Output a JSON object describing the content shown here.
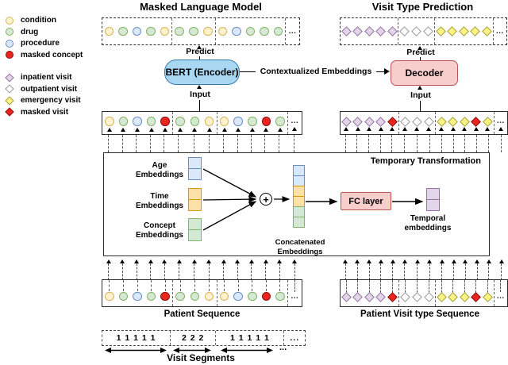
{
  "titles": {
    "left": "Masked Language Model",
    "right": "Visit Type Prediction"
  },
  "labels": {
    "predict": "Predict",
    "input": "Input",
    "bert": "BERT (Encoder)",
    "decoder": "Decoder",
    "contextualized": "Contextualized Embeddings",
    "temporary_transformation": "Temporary Transformation",
    "age": "Age\nEmbeddings",
    "time": "Time\nEmbeddings",
    "concept": "Concept\nEmbeddings",
    "concatenated": "Concatenated\nEmbeddings",
    "fc": "FC layer",
    "temporal": "Temporal\nembeddings",
    "plus": "+",
    "patient_sequence": "Patient Sequence",
    "patient_visit_sequence": "Patient Visit type Sequence",
    "ellipsis": "..."
  },
  "legend": {
    "concepts": [
      {
        "label": "condition",
        "shape": "circle",
        "fill": "#FFF2CC",
        "stroke": "#D6B656"
      },
      {
        "label": "drug",
        "shape": "circle",
        "fill": "#D5E8D4",
        "stroke": "#82B366"
      },
      {
        "label": "procedure",
        "shape": "circle",
        "fill": "#DAE8FC",
        "stroke": "#6C8EBF"
      },
      {
        "label": "masked concept",
        "shape": "circle",
        "fill": "#E8261F",
        "stroke": "#8F100D"
      }
    ],
    "visits": [
      {
        "label": "inpatient visit",
        "shape": "diamond",
        "fill": "#E1D5E7",
        "stroke": "#9673A6"
      },
      {
        "label": "outpatient visit",
        "shape": "diamond",
        "fill": "#FFFFFF",
        "stroke": "#999999"
      },
      {
        "label": "emergency visit",
        "shape": "diamond",
        "fill": "#FBF383",
        "stroke": "#A6A03F"
      },
      {
        "label": "masked visit",
        "shape": "diamond",
        "fill": "#E8261F",
        "stroke": "#8F100D"
      }
    ]
  },
  "palette": {
    "cond": {
      "shape": "circle",
      "fill": "#FFF2CC",
      "stroke": "#D6B656"
    },
    "drug": {
      "shape": "circle",
      "fill": "#D5E8D4",
      "stroke": "#82B366"
    },
    "proc": {
      "shape": "circle",
      "fill": "#DAE8FC",
      "stroke": "#6C8EBF"
    },
    "maskc": {
      "shape": "circle",
      "fill": "#E8261F",
      "stroke": "#8F100D"
    },
    "inpt": {
      "shape": "diamond",
      "fill": "#E1D5E7",
      "stroke": "#9673A6"
    },
    "outp": {
      "shape": "diamond",
      "fill": "#FFFFFF",
      "stroke": "#999999"
    },
    "emer": {
      "shape": "diamond",
      "fill": "#FBF383",
      "stroke": "#A6A03F"
    },
    "maskv": {
      "shape": "diamond",
      "fill": "#E8261F",
      "stroke": "#8F100D"
    },
    "dots": {
      "shape": "dots"
    }
  },
  "rows": {
    "mlm_output": [
      [
        "cond",
        "drug",
        "proc",
        "drug",
        "cond"
      ],
      [
        "drug",
        "drug",
        "cond"
      ],
      [
        "cond",
        "proc",
        "drug",
        "drug",
        "drug"
      ],
      [
        "dots"
      ]
    ],
    "mlm_input": [
      [
        "cond",
        "drug",
        "proc",
        "drug",
        "maskc"
      ],
      [
        "drug",
        "drug",
        "cond"
      ],
      [
        "cond",
        "proc",
        "drug",
        "maskc",
        "drug"
      ],
      [
        "dots"
      ]
    ],
    "vtp_output": [
      [
        "inpt",
        "inpt",
        "inpt",
        "inpt",
        "inpt"
      ],
      [
        "outp",
        "outp",
        "outp"
      ],
      [
        "emer",
        "emer",
        "emer",
        "emer",
        "emer"
      ],
      [
        "dots"
      ]
    ],
    "vtp_input": [
      [
        "inpt",
        "inpt",
        "inpt",
        "inpt",
        "maskv"
      ],
      [
        "outp",
        "outp",
        "outp"
      ],
      [
        "emer",
        "emer",
        "emer",
        "maskv",
        "emer"
      ],
      [
        "dots"
      ]
    ]
  },
  "visit_segments": {
    "values": [
      "1 1 1 1 1",
      "2 2 2",
      "1 1 1 1 1",
      "..."
    ],
    "label": "Visit Segments"
  }
}
